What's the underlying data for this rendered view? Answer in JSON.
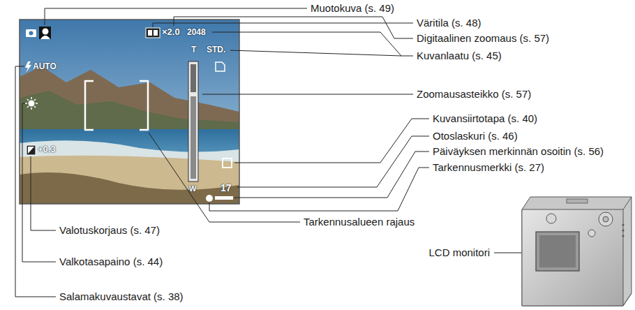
{
  "diagram": {
    "labels": [
      "Muotokuva (s. 49)",
      "Väritila (s. 48)",
      "Digitaalinen zoomaus (s. 57)",
      "Kuvanlaatu (s. 45)",
      "Zoomausasteikko (s. 57)",
      "Kuvansiirtotapa (s. 40)",
      "Otoslaskuri (s. 46)",
      "Päiväyksen merkinnän osoitin (s. 56)",
      "Tarkennusmerkki (s. 27)",
      "Tarkennusalueen rajaus",
      "LCD monitori",
      "Valotuskorjaus (s. 47)",
      "Valkotasapaino (s. 44)",
      "Salamakuvaustavat (s. 38)",
      "AUTO",
      "×2.0",
      "2048",
      "T",
      "STD.",
      "+0.3",
      "W",
      "17"
    ]
  }
}
